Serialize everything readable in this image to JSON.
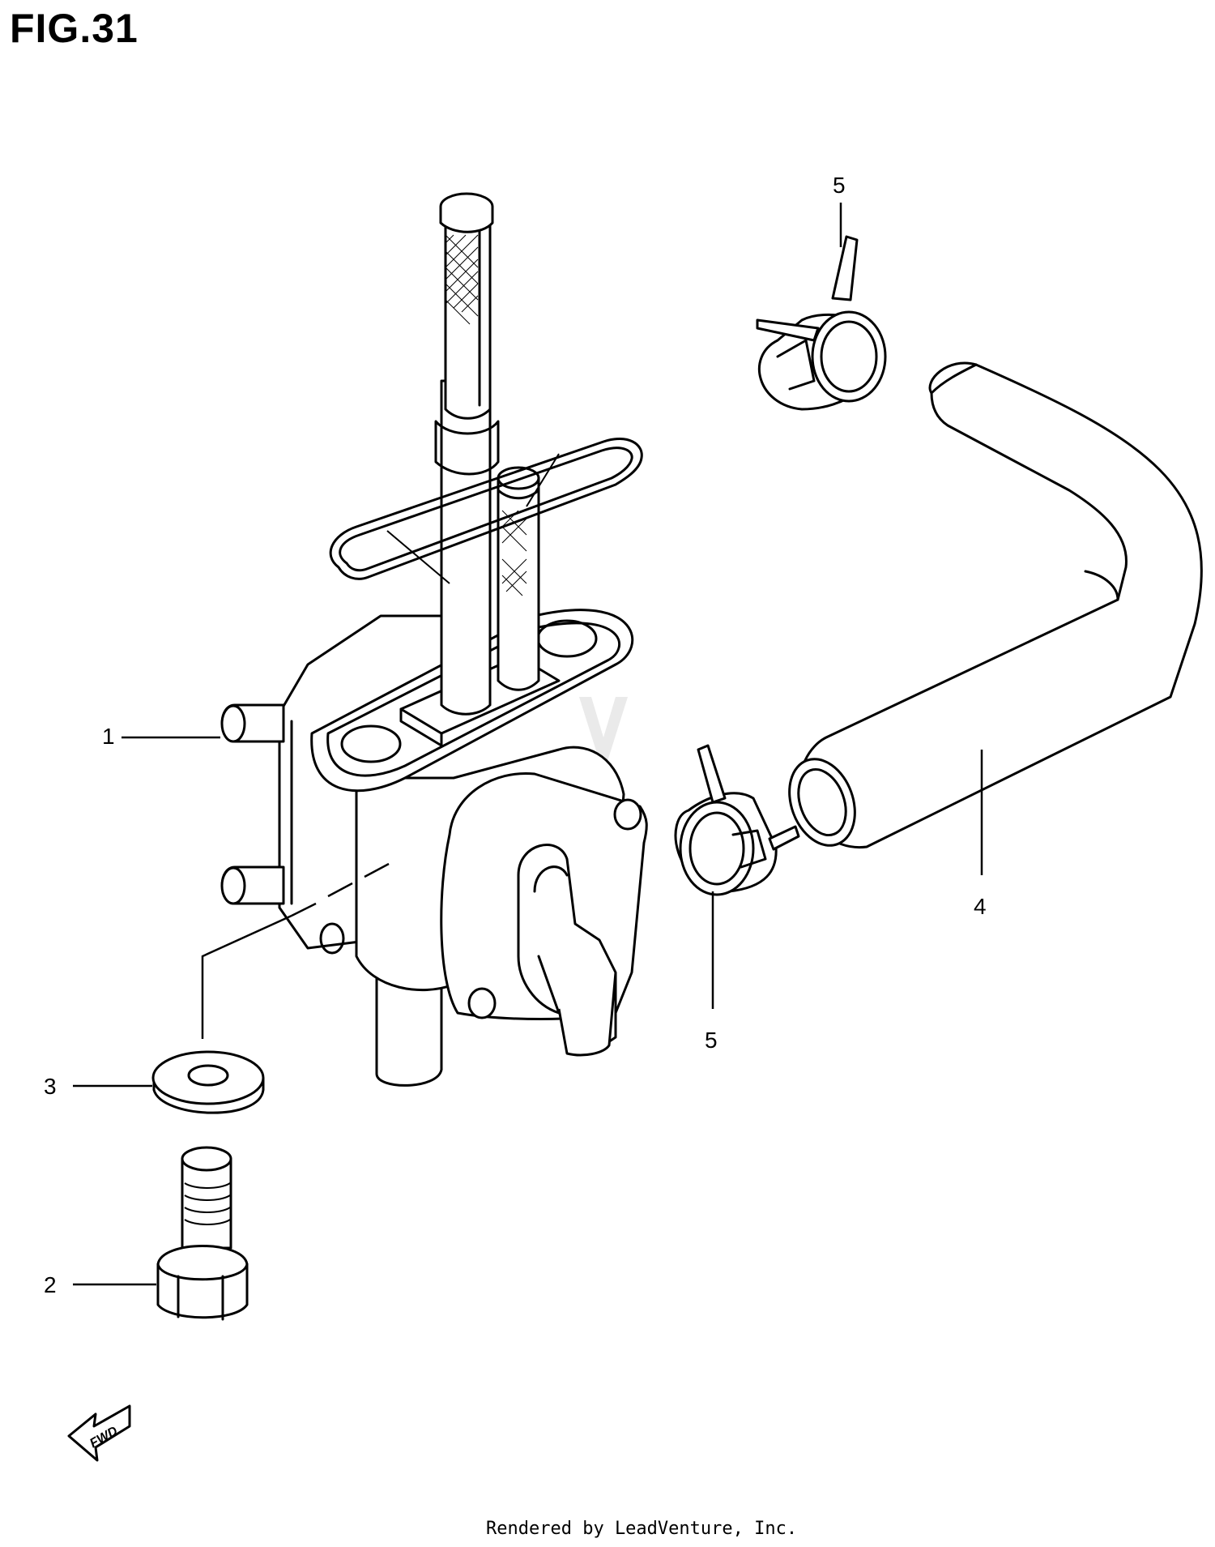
{
  "figure": {
    "title": "FIG.31"
  },
  "callouts": [
    {
      "id": "c1",
      "label": "1",
      "part": "fuel-cock"
    },
    {
      "id": "c2",
      "label": "2",
      "part": "bolt"
    },
    {
      "id": "c3",
      "label": "3",
      "part": "washer"
    },
    {
      "id": "c4",
      "label": "4",
      "part": "fuel-hose"
    },
    {
      "id": "c5a",
      "label": "5",
      "part": "hose-clamp-upper"
    },
    {
      "id": "c5b",
      "label": "5",
      "part": "hose-clamp-lower"
    }
  ],
  "direction_marker": {
    "label": "FWD"
  },
  "credit": "Rendered by LeadVenture, Inc.",
  "colors": {
    "ink": "#000000",
    "paper": "#ffffff",
    "watermark": "#d8d8d8"
  }
}
